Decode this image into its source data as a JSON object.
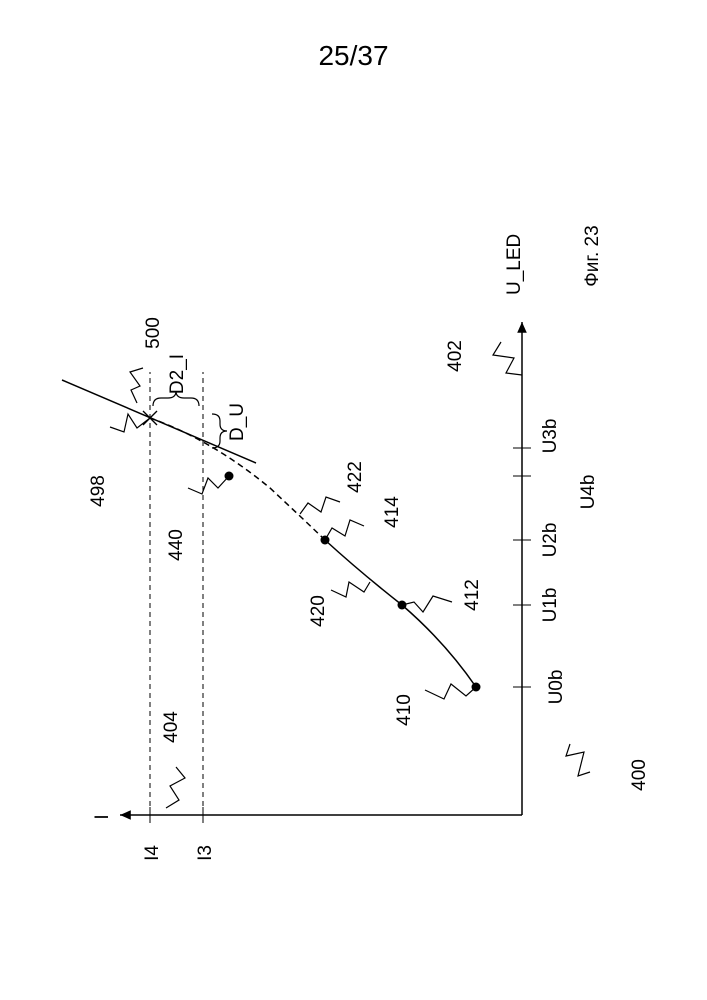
{
  "sheet_number": "25/37",
  "caption": "Фиг. 23",
  "axes": {
    "y_label": "I",
    "x_label": "U_LED"
  },
  "ticks": {
    "current": [
      "I4",
      "I3"
    ],
    "voltage": [
      "U0b",
      "U1b",
      "U2b",
      "U4b",
      "U3b"
    ]
  },
  "gaps": {
    "current_gap": "D2_I",
    "voltage_gap": "D_U"
  },
  "reference_numerals": {
    "figure": "400",
    "x_axis": "402",
    "dashed_lines": "404",
    "point_u0": "410",
    "point_u1": "412",
    "point_u2": "414",
    "solid_curve": "420",
    "dashed_curve": "422",
    "extrapolated_point": "440",
    "intersection": "498",
    "tangent_line": "500"
  },
  "colors": {
    "ink": "#000000",
    "background": "#ffffff"
  }
}
